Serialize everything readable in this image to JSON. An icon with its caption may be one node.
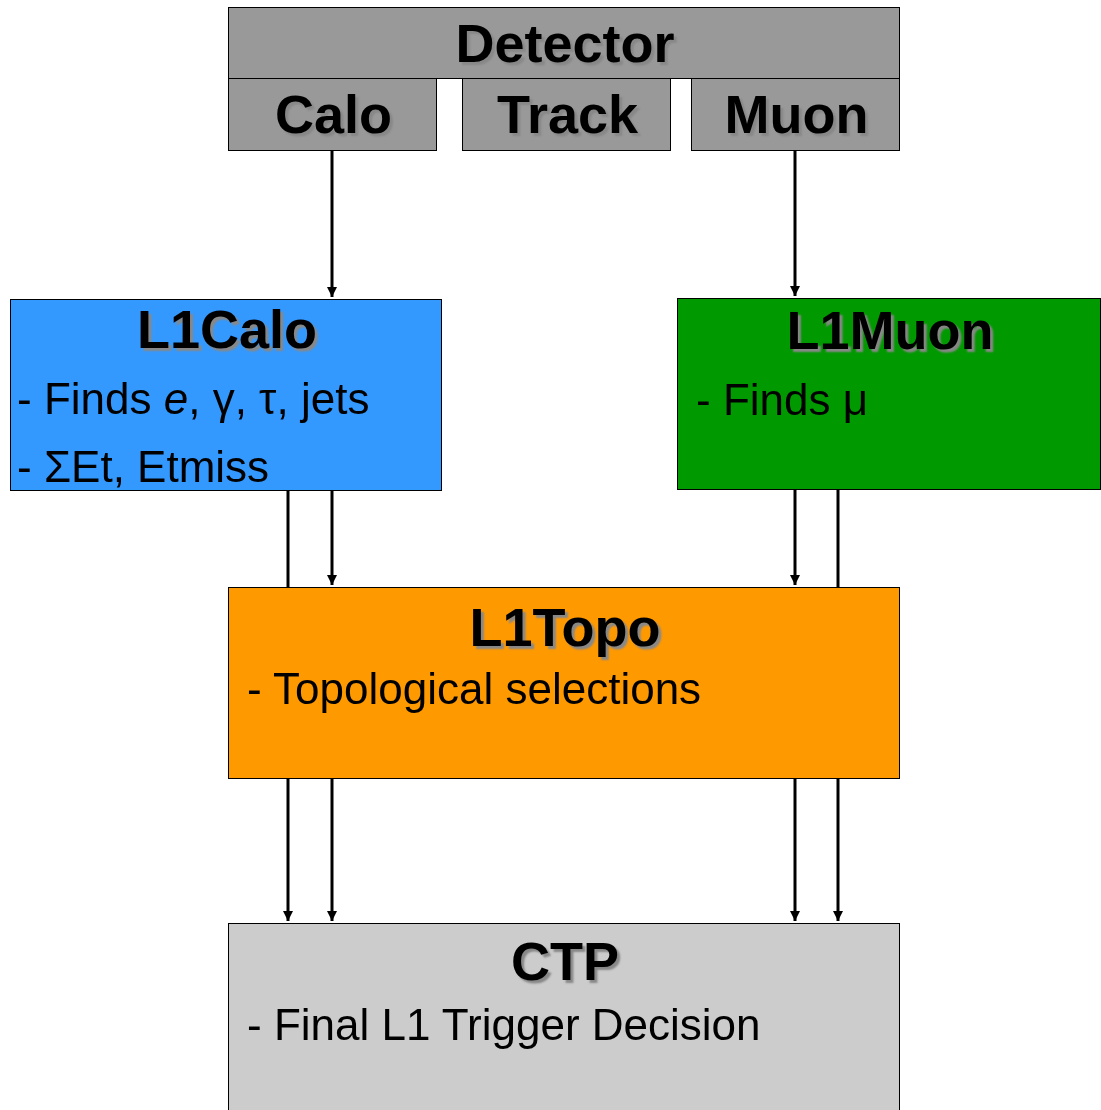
{
  "diagram": {
    "nodes": [
      {
        "text": [
          "Detector"
        ]
      },
      {
        "text": [
          "Calo"
        ]
      },
      {
        "text": [
          "Track"
        ]
      },
      {
        "text": [
          "Muon"
        ]
      },
      {
        "text": [
          "L1Calo",
          "- Finds *e*, γ, τ, jets",
          "- ΣEt, Etmiss"
        ]
      },
      {
        "text": [
          "L1Muon",
          "- Finds μ"
        ]
      },
      {
        "text": [
          "L1Topo",
          "- Topological selections"
        ]
      },
      {
        "text": [
          "CTP",
          "- Final L1 Trigger Decision"
        ]
      }
    ],
    "edges": [
      {
        "from": 1,
        "to": 4,
        "arrow": "to"
      },
      {
        "from": 3,
        "to": 5,
        "arrow": "to"
      },
      {
        "from": 4,
        "to": 6,
        "arrow": "none"
      },
      {
        "from": 4,
        "to": 6,
        "arrow": "to"
      },
      {
        "from": 5,
        "to": 6,
        "arrow": "to"
      },
      {
        "from": 5,
        "to": 6,
        "arrow": "none"
      },
      {
        "from": 6,
        "to": 7,
        "arrow": "to"
      },
      {
        "from": 6,
        "to": 7,
        "arrow": "to"
      },
      {
        "from": 6,
        "to": 7,
        "arrow": "to"
      },
      {
        "from": 6,
        "to": 7,
        "arrow": "to"
      }
    ]
  }
}
